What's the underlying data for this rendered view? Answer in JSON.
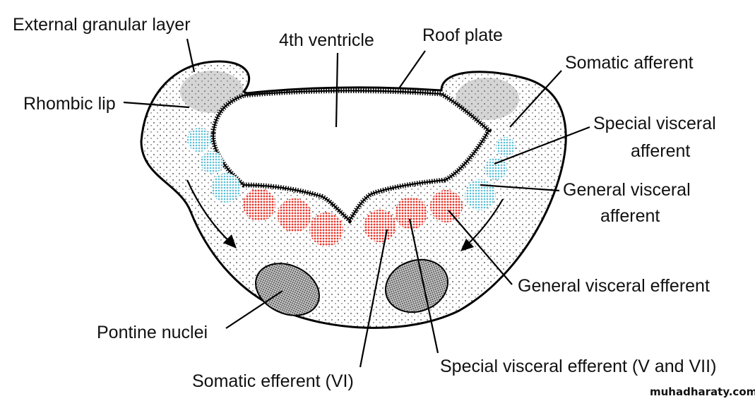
{
  "labels": {
    "external_granular_layer": "External granular layer",
    "fourth_ventricle": "4th ventricle",
    "roof_plate": "Roof plate",
    "somatic_afferent": "Somatic afferent",
    "rhombic_lip": "Rhombic lip",
    "special_visceral_afferent_1": "Special visceral",
    "special_visceral_afferent_2": "afferent",
    "general_visceral_afferent_1": "General visceral",
    "general_visceral_afferent_2": "afferent",
    "general_visceral_efferent": "General visceral efferent",
    "pontine_nuclei": "Pontine nuclei",
    "somatic_efferent": "Somatic efferent (VI)",
    "special_visceral_efferent": "Special visceral efferent (V and VII)"
  },
  "watermark": "muhadharaty.com",
  "colors": {
    "afferent": "#5bbfd6",
    "efferent": "#e8372c"
  }
}
